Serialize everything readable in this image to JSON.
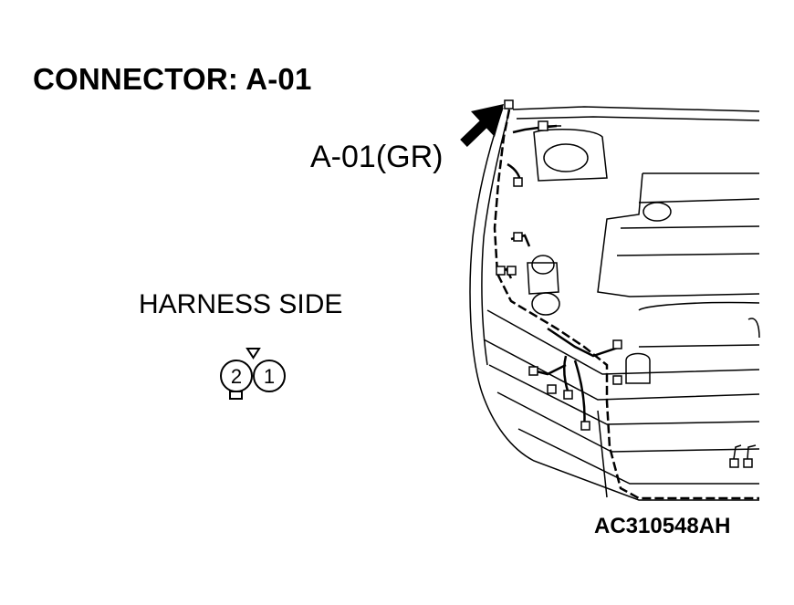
{
  "title": "CONNECTOR: A-01",
  "connector_callout": "A-01(GR)",
  "harness_side_label": "HARNESS SIDE",
  "pins": [
    "2",
    "1"
  ],
  "figure_code": "AC310548AH"
}
